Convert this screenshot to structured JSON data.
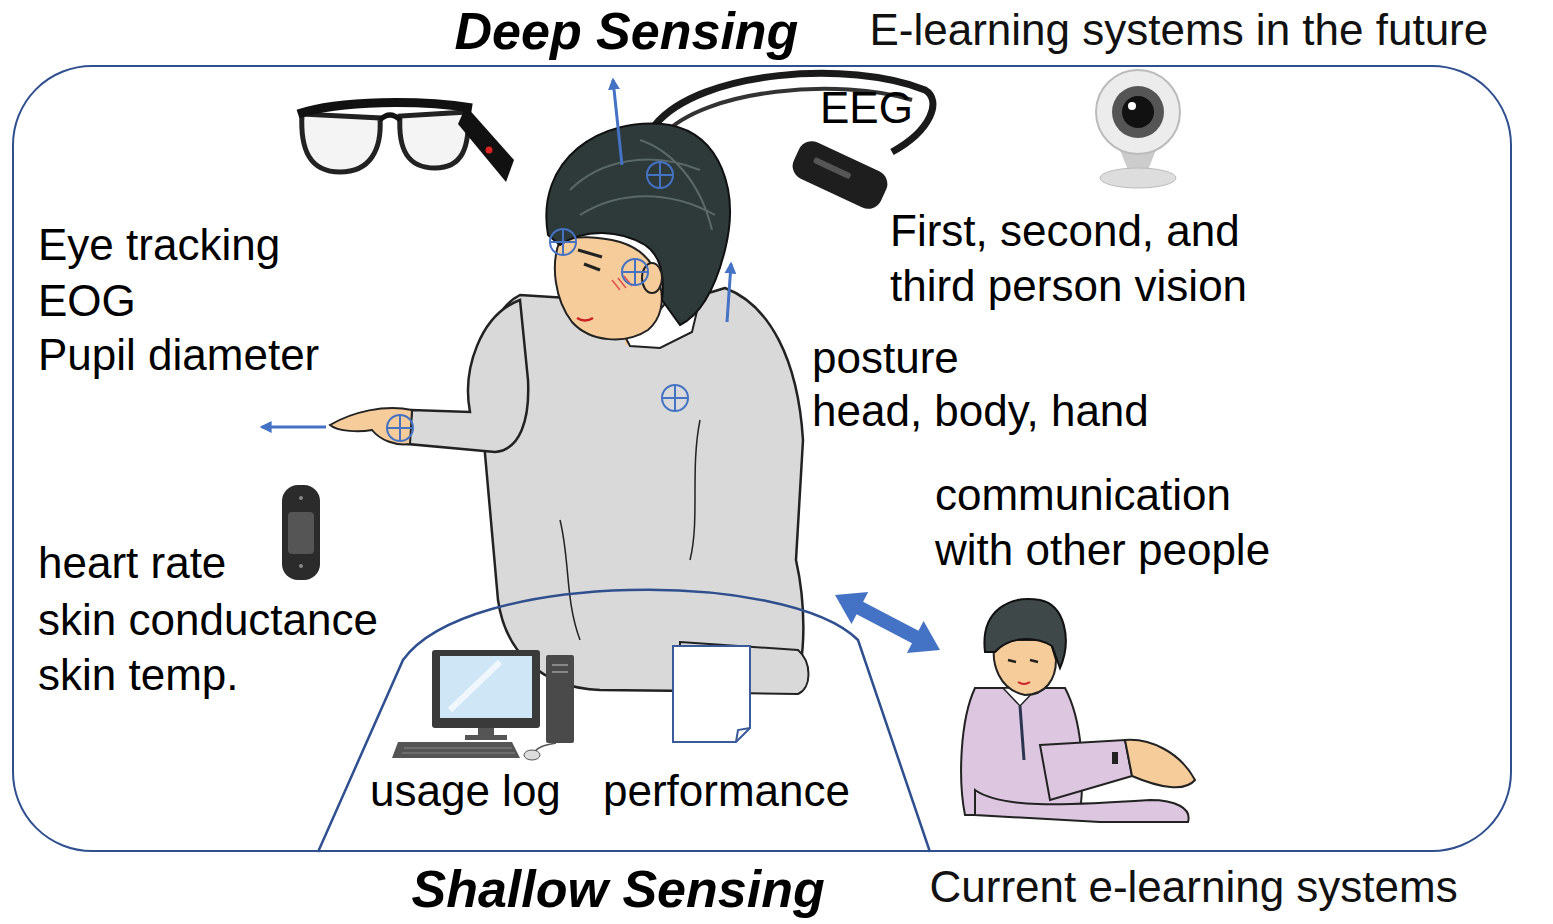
{
  "diagram": {
    "nodes": [
      {
        "text": [
          "Deep Sensing",
          "E-learning systems in the future"
        ]
      },
      {
        "text": [
          "Shallow Sensing",
          "Current e-learning systems"
        ],
        "in": 0
      }
    ],
    "labels": [
      "EEG",
      "Eye tracking",
      "EOG",
      "Pupil diameter",
      "First, second, and third person vision",
      "posture",
      "head, body, hand",
      "communication with other people",
      "heart rate",
      "skin conductance",
      "skin temp.",
      "usage log",
      "performance"
    ]
  }
}
